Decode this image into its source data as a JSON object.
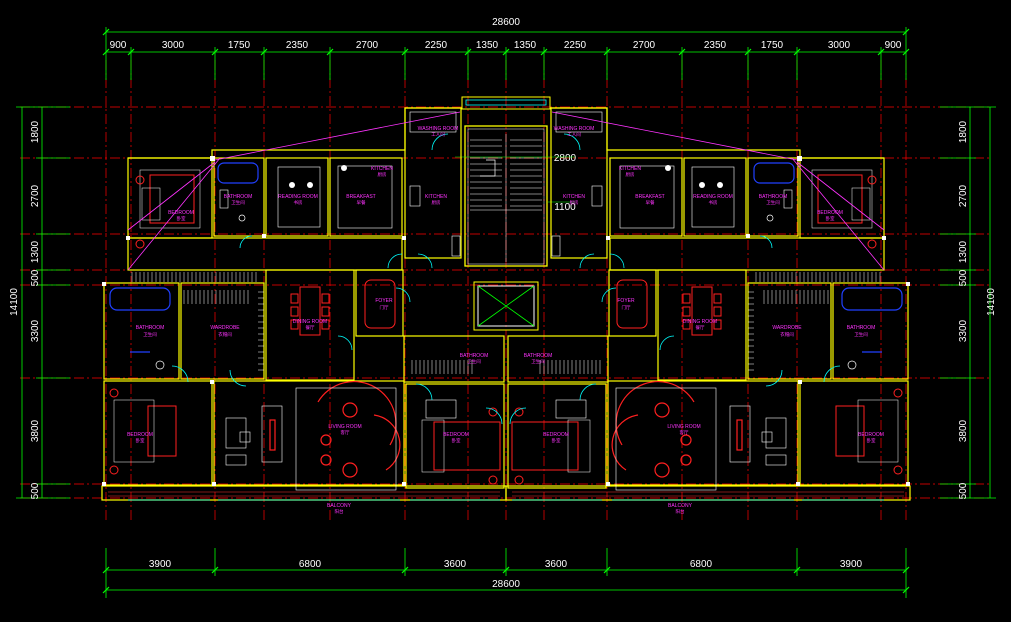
{
  "colors": {
    "background": "#000000",
    "dimension": "#00ff00",
    "grid_axis": "#ff0000",
    "wall": "#ffff00",
    "room_text": "#ff33ff",
    "fixtures": "#ffffff",
    "door": "#00ffff",
    "furniture_red": "#ff2020",
    "blue": "#2040ff"
  },
  "dimensions": {
    "top_total": "28600",
    "top_segments": [
      "900",
      "3000",
      "1750",
      "2350",
      "2700",
      "2250",
      "1350",
      "1350",
      "2250",
      "2700",
      "2350",
      "1750",
      "3000",
      "900"
    ],
    "bottom_segments": [
      "3900",
      "6800",
      "3600",
      "3600",
      "6800",
      "3900"
    ],
    "bottom_total": "28600",
    "left_segments": [
      "1800",
      "2700",
      "1300",
      "500",
      "3300",
      "3800",
      "500"
    ],
    "left_total": "14100",
    "right_segments": [
      "1800",
      "2700",
      "1300",
      "500",
      "3300",
      "3800",
      "500"
    ],
    "right_total": "14100"
  },
  "annotations": {
    "stair_dim_upper": "2800",
    "stair_dim_lower": "1100"
  },
  "rooms_left": [
    {
      "id": "bedroom-upper",
      "en": "BEDROOM",
      "cn": "卧室"
    },
    {
      "id": "bathroom-upper",
      "en": "BATHROOM",
      "cn": "卫生间"
    },
    {
      "id": "reading-room",
      "en": "READING ROOM",
      "cn": "书房"
    },
    {
      "id": "breakfast",
      "en": "BREAKFAST",
      "cn": "早餐"
    },
    {
      "id": "kitchen-upper",
      "en": "KITCHEN",
      "cn": "厨房"
    },
    {
      "id": "washing-room",
      "en": "WASHING ROOM",
      "cn": "工人间"
    },
    {
      "id": "kitchen",
      "en": "KITCHEN",
      "cn": "厨房"
    },
    {
      "id": "foyer",
      "en": "FOYER",
      "cn": "门厅"
    },
    {
      "id": "dining-room",
      "en": "DINING ROOM",
      "cn": "餐厅"
    },
    {
      "id": "wardrobe",
      "en": "WARDROBE",
      "cn": "衣帽间"
    },
    {
      "id": "bathroom-lower",
      "en": "BATHROOM",
      "cn": "卫生间"
    },
    {
      "id": "bedroom-lower",
      "en": "BEDROOM",
      "cn": "卧室"
    },
    {
      "id": "living-room",
      "en": "LIVING ROOM",
      "cn": "客厅"
    },
    {
      "id": "bedroom-center",
      "en": "BEDROOM",
      "cn": "卧室"
    },
    {
      "id": "bathroom-center",
      "en": "BATHROOM",
      "cn": "卫生间"
    },
    {
      "id": "balcony",
      "en": "BALCONY",
      "cn": "阳台"
    }
  ],
  "rooms_right": [
    {
      "id": "bedroom-upper",
      "en": "BEDROOM",
      "cn": "卧室"
    },
    {
      "id": "bathroom-upper",
      "en": "BATHROOM",
      "cn": "卫生间"
    },
    {
      "id": "reading-room",
      "en": "READING ROOM",
      "cn": "书房"
    },
    {
      "id": "breakfast",
      "en": "BREAKFAST",
      "cn": "早餐"
    },
    {
      "id": "kitchen-upper",
      "en": "KITCHEN",
      "cn": "厨房"
    },
    {
      "id": "washing-room",
      "en": "WASHING ROOM",
      "cn": "工人间"
    },
    {
      "id": "kitchen",
      "en": "KITCHEN",
      "cn": "厨房"
    },
    {
      "id": "foyer",
      "en": "FOYER",
      "cn": "门厅"
    },
    {
      "id": "dining-room",
      "en": "DINING ROOM",
      "cn": "餐厅"
    },
    {
      "id": "wardrobe",
      "en": "WARDROBE",
      "cn": "衣帽间"
    },
    {
      "id": "bathroom-lower",
      "en": "BATHROOM",
      "cn": "卫生间"
    },
    {
      "id": "bedroom-lower",
      "en": "BEDROOM",
      "cn": "卧室"
    },
    {
      "id": "living-room",
      "en": "LIVING ROOM",
      "cn": "客厅"
    },
    {
      "id": "bedroom-center",
      "en": "BEDROOM",
      "cn": "卧室"
    },
    {
      "id": "bathroom-center",
      "en": "BATHROOM",
      "cn": "卫生间"
    },
    {
      "id": "balcony",
      "en": "BALCONY",
      "cn": "阳台"
    }
  ]
}
